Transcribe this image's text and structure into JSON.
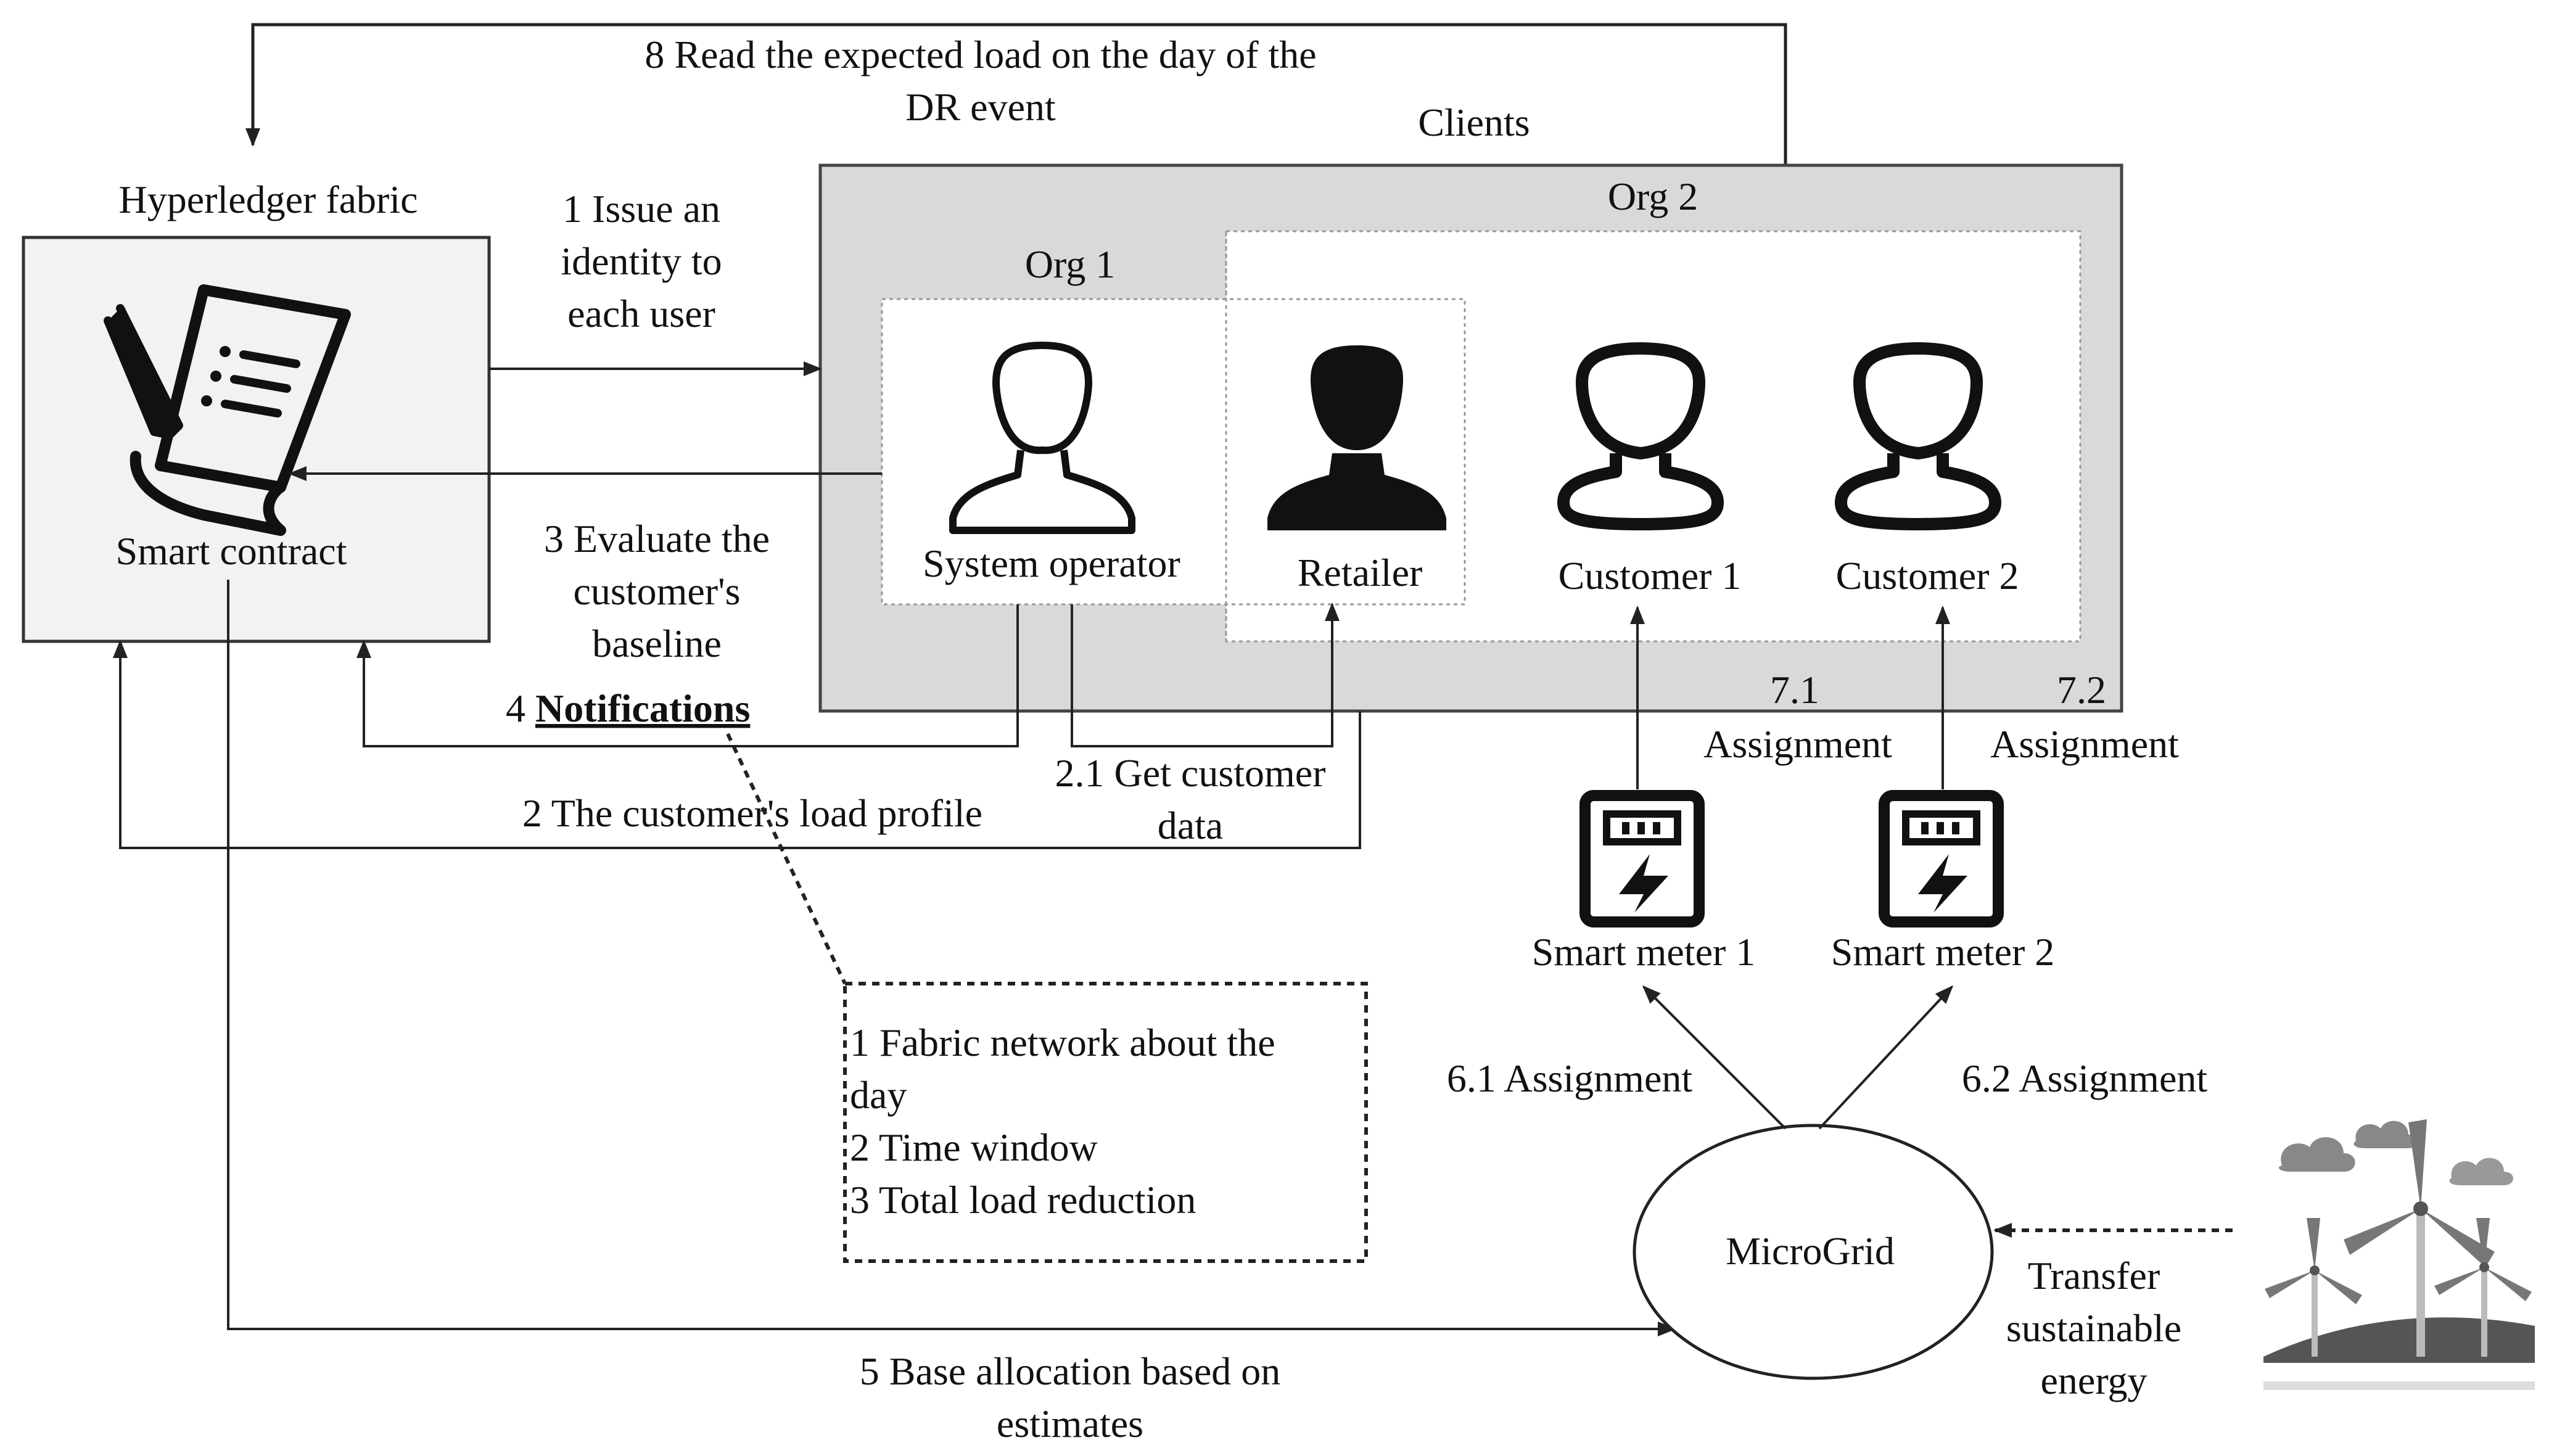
{
  "hyperledger": {
    "title": "Hyperledger fabric",
    "smart_contract_label": "Smart contract"
  },
  "clients": {
    "title": "Clients",
    "org1_label": "Org 1",
    "org2_label": "Org 2"
  },
  "actors": {
    "system_operator": "System operator",
    "retailer": "Retailer",
    "customer1": "Customer 1",
    "customer2": "Customer 2"
  },
  "meters": {
    "meter1": "Smart meter 1",
    "meter2": "Smart meter 2"
  },
  "microgrid": {
    "label": "MicroGrid"
  },
  "flows": {
    "step8_line1": "8 Read the expected load on the day of the",
    "step8_line2": "DR event",
    "step1_line1": "1 Issue an",
    "step1_line2": "identity to",
    "step1_line3": "each user",
    "step3_line1": "3 Evaluate the",
    "step3_line2": "customer's",
    "step3_line3": "baseline",
    "step4_prefix": "4 ",
    "step4_bold": "Notifications",
    "step2": "2 The customer's load profile",
    "step21_line1": "2.1 Get customer",
    "step21_line2": "data",
    "step5_line1": "5 Base allocation based on",
    "step5_line2": "estimates",
    "step61": "6.1 Assignment",
    "step62": "6.2 Assignment",
    "step71_num": "7.1",
    "step71_text": "Assignment",
    "step72_num": "7.2",
    "step72_text": "Assignment",
    "transfer_line1": "Transfer",
    "transfer_line2": "sustainable",
    "transfer_line3": "energy"
  },
  "notifications_box": {
    "line1": "1 Fabric network about the",
    "line2": "day",
    "line3": "2 Time window",
    "line4": "3 Total load reduction"
  },
  "colors": {
    "panel_gray": "#d9d9d9",
    "smart_contract_bg": "#f2f2f2",
    "stroke": "#222222"
  }
}
